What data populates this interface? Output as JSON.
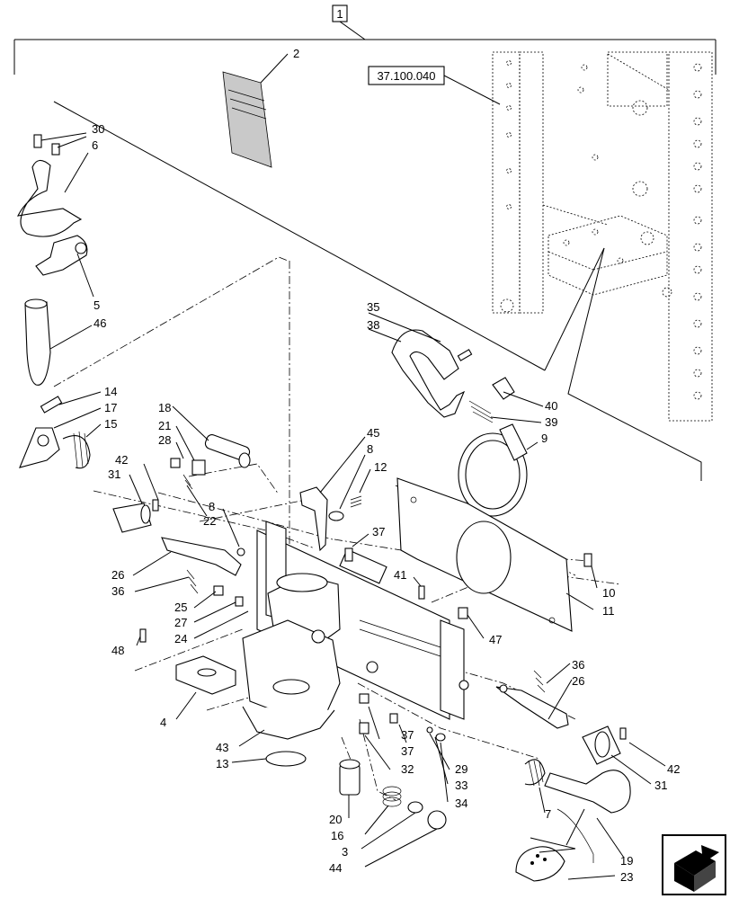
{
  "diagram": {
    "assembly_number": "1",
    "reference_code": "37.100.040",
    "callouts": [
      "2",
      "30",
      "6",
      "5",
      "46",
      "14",
      "17",
      "15",
      "18",
      "21",
      "28",
      "22",
      "42",
      "31",
      "8",
      "26",
      "36",
      "25",
      "27",
      "24",
      "48",
      "4",
      "43",
      "13",
      "45",
      "8",
      "12",
      "37",
      "41",
      "47",
      "35",
      "38",
      "40",
      "39",
      "9",
      "10",
      "11",
      "36",
      "26",
      "37",
      "37",
      "32",
      "29",
      "33",
      "34",
      "42",
      "31",
      "7",
      "20",
      "16",
      "3",
      "44",
      "19",
      "23"
    ],
    "nav_icon": "next-page-arrow-icon"
  }
}
